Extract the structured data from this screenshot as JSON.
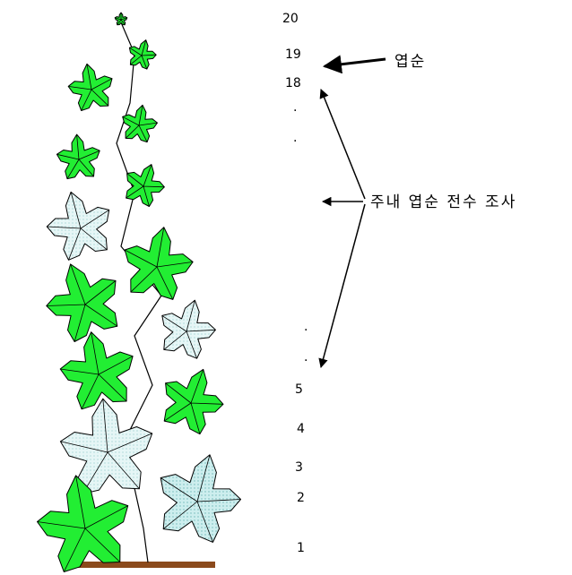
{
  "diagram": {
    "node_numbers": [
      "20",
      "19",
      "18",
      ".",
      ".",
      ".",
      ".",
      "5",
      "4",
      "3",
      "2",
      "1"
    ],
    "callouts": {
      "apex_leaf": "엽순",
      "survey": "주내 엽순 전수 조사"
    },
    "colors": {
      "green_leaf": "#22ee33",
      "pale_leaf": "#dff3f3",
      "pale_leaf_dark": "#bfe6e6",
      "outline": "#000000",
      "soil": "#8b4a1c"
    }
  }
}
